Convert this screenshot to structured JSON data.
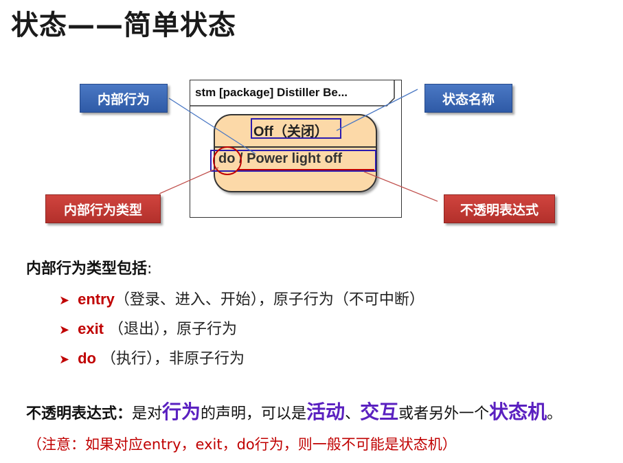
{
  "title": "状态——简单状态",
  "diagram": {
    "frame_label": "stm [package] Distiller Be...",
    "state_name": "Off（关闭）",
    "behavior_kind": "do",
    "behavior_rest": " / Power light off",
    "callouts": {
      "internal_behavior": "内部行为",
      "state_name": "状态名称",
      "behavior_type": "内部行为类型",
      "opaque_expression": "不透明表达式"
    },
    "colors": {
      "state_fill": "#fcd9a8",
      "highlight_blue": "#2a1ab0",
      "highlight_red": "#c00000"
    }
  },
  "intro": {
    "label": "内部行为类型包括",
    "colon": ":"
  },
  "bullets": [
    {
      "keyword": "entry",
      "text": "（登录、进入、开始），原子行为（不可中断）"
    },
    {
      "keyword": "exit",
      "text": " （退出），原子行为"
    },
    {
      "keyword": "do",
      "text": " （执行），非原子行为"
    }
  ],
  "definition": {
    "lead": "不透明表达式：",
    "p1": "是对",
    "h1": "行为",
    "p2": "的声明，可以是",
    "h2": "活动",
    "p3": "、",
    "h3": "交互",
    "p4": "或者另外一个",
    "h4": "状态机",
    "p5": "。"
  },
  "note": "（注意：如果对应entry，exit，do行为，则一般不可能是状态机）"
}
